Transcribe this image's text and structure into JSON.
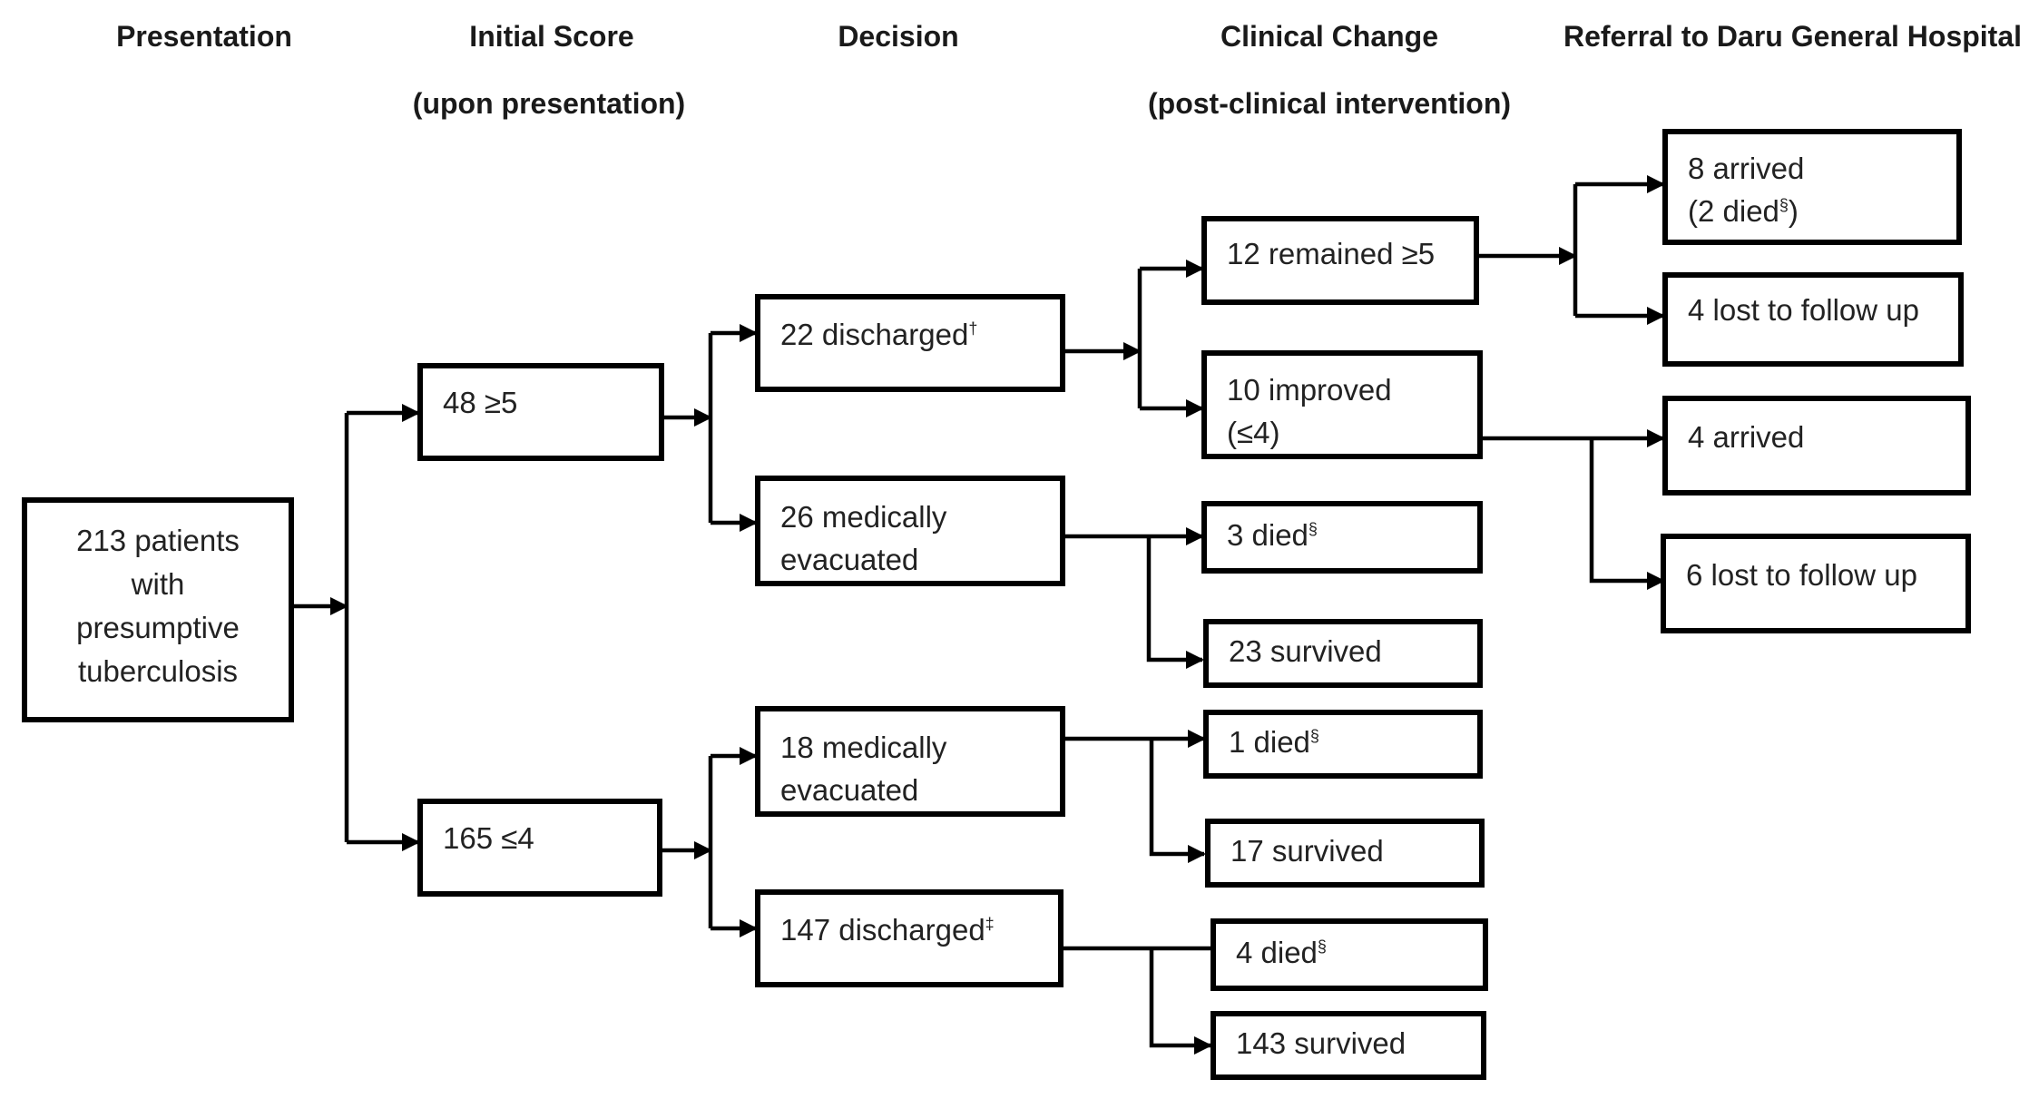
{
  "headers": {
    "presentation": "Presentation",
    "initial_score": "Initial Score",
    "initial_score_sub": "(upon presentation)",
    "decision": "Decision",
    "clinical_change": "Clinical Change",
    "clinical_change_sub": "(post-clinical intervention)",
    "referral": "Referral to Daru General Hospital"
  },
  "nodes": {
    "presentation": {
      "lines": [
        "213 patients",
        "with",
        "presumptive",
        "tuberculosis"
      ]
    },
    "score_high": {
      "text": "48 ≥5"
    },
    "score_low": {
      "text": "165 ≤4"
    },
    "discharged_22": {
      "text": "22 discharged",
      "mark": "†"
    },
    "evacuated_26": {
      "line1": "26 medically",
      "line2": "evacuated"
    },
    "evacuated_18": {
      "line1": "18 medically",
      "line2": "evacuated"
    },
    "discharged_147": {
      "text": "147 discharged",
      "mark": "‡"
    },
    "remained_12": {
      "text": "12 remained ≥5"
    },
    "improved_10": {
      "line1": "10 improved",
      "line2": "(≤4)"
    },
    "died_3": {
      "text": "3 died",
      "mark": "§"
    },
    "survived_23": {
      "text": "23 survived"
    },
    "died_1": {
      "text": "1 died",
      "mark": "§"
    },
    "survived_17": {
      "text": "17 survived"
    },
    "died_4": {
      "text": "4 died",
      "mark": "§"
    },
    "survived_143": {
      "text": "143 survived"
    },
    "arrived_8": {
      "line1": "8 arrived",
      "line2_pre": "(2 died",
      "line2_mark": "§",
      "line2_post": ")"
    },
    "lost_4": {
      "text": "4 lost to follow up"
    },
    "arrived_4": {
      "text": "4 arrived"
    },
    "lost_6": {
      "text": "6 lost to follow up"
    }
  }
}
